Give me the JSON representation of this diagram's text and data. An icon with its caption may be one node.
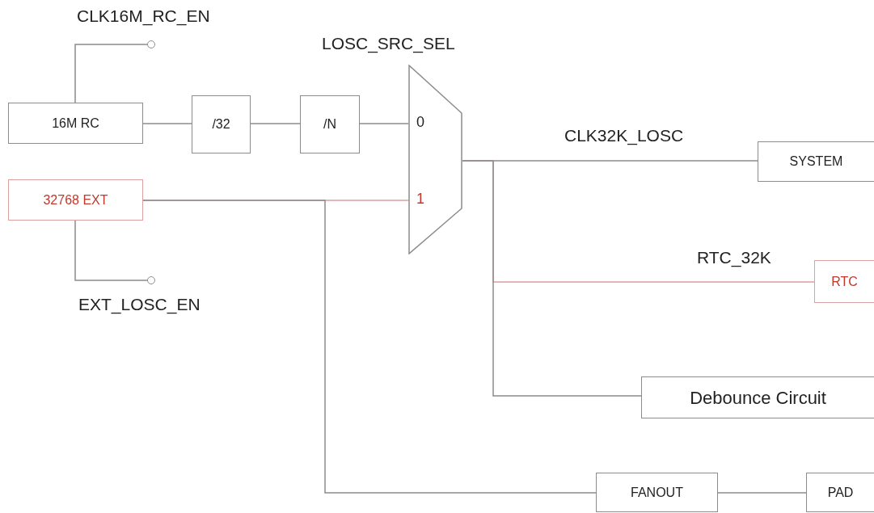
{
  "diagram": {
    "nodes": [
      {
        "text": [
          "16M RC"
        ]
      },
      {
        "text": [
          "/32"
        ]
      },
      {
        "text": [
          "/N"
        ]
      },
      {
        "text": [
          "32768 EXT"
        ]
      },
      {
        "text": [
          "0",
          "1"
        ],
        "beside": [
          "LOSC_SRC_SEL"
        ]
      },
      {
        "text": [
          "SYSTEM"
        ]
      },
      {
        "text": [
          "RTC"
        ]
      },
      {
        "text": [
          "Debounce Circuit"
        ]
      },
      {
        "text": [
          "FANOUT"
        ]
      },
      {
        "text": [
          "PAD"
        ]
      },
      {
        "text": [],
        "shape": "circle",
        "beside": [
          "CLK16M_RC_EN"
        ]
      },
      {
        "text": [],
        "shape": "circle",
        "beside": [
          "EXT_LOSC_EN"
        ]
      }
    ],
    "edges": [
      {
        "from": 0,
        "to": 10,
        "arrow": "none"
      },
      {
        "from": 0,
        "to": 1,
        "arrow": "none"
      },
      {
        "from": 1,
        "to": 2,
        "arrow": "none"
      },
      {
        "from": 2,
        "to": 4,
        "arrow": "none"
      },
      {
        "from": 3,
        "to": 4,
        "arrow": "none",
        "color": "#dca0a0"
      },
      {
        "from": 3,
        "to": 8,
        "arrow": "none"
      },
      {
        "from": 4,
        "to": 5,
        "arrow": "none",
        "label": "CLK32K_LOSC"
      },
      {
        "from": 4,
        "to": 6,
        "arrow": "none",
        "label": "RTC_32K",
        "color": "#dca0a0"
      },
      {
        "from": 4,
        "to": 7,
        "arrow": "none"
      },
      {
        "from": 8,
        "to": 9,
        "arrow": "none"
      },
      {
        "from": 3,
        "to": 11,
        "arrow": "none"
      }
    ]
  }
}
